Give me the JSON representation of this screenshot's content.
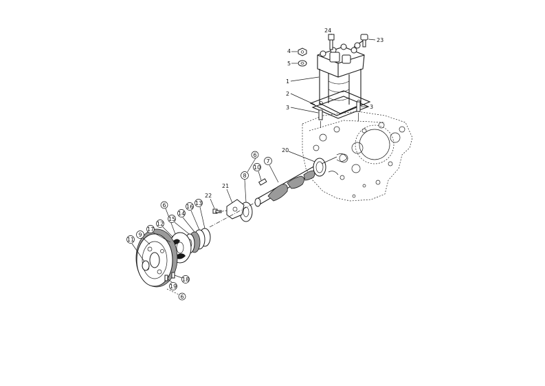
{
  "callouts": [
    {
      "id": "c24",
      "text": "24"
    },
    {
      "id": "c23",
      "text": "23"
    },
    {
      "id": "c4",
      "text": "4"
    },
    {
      "id": "c5",
      "text": "5"
    },
    {
      "id": "c1",
      "text": "1"
    },
    {
      "id": "c2",
      "text": "2"
    },
    {
      "id": "c3a",
      "text": "3"
    },
    {
      "id": "c3b",
      "text": "3"
    },
    {
      "id": "c20",
      "text": "20"
    },
    {
      "id": "c6a",
      "text": "6"
    },
    {
      "id": "c10",
      "text": "10"
    },
    {
      "id": "c7",
      "text": "7"
    },
    {
      "id": "c8",
      "text": "8"
    },
    {
      "id": "c21",
      "text": "21"
    },
    {
      "id": "c22",
      "text": "22"
    },
    {
      "id": "c6b",
      "text": "6"
    },
    {
      "id": "c16",
      "text": "16"
    },
    {
      "id": "c13",
      "text": "13"
    },
    {
      "id": "c15",
      "text": "15"
    },
    {
      "id": "c14",
      "text": "14"
    },
    {
      "id": "c12",
      "text": "12"
    },
    {
      "id": "c17",
      "text": "17"
    },
    {
      "id": "c9",
      "text": "9"
    },
    {
      "id": "c11",
      "text": "11"
    },
    {
      "id": "c18",
      "text": "18"
    },
    {
      "id": "c19",
      "text": "19"
    },
    {
      "id": "c6c",
      "text": "6"
    }
  ]
}
